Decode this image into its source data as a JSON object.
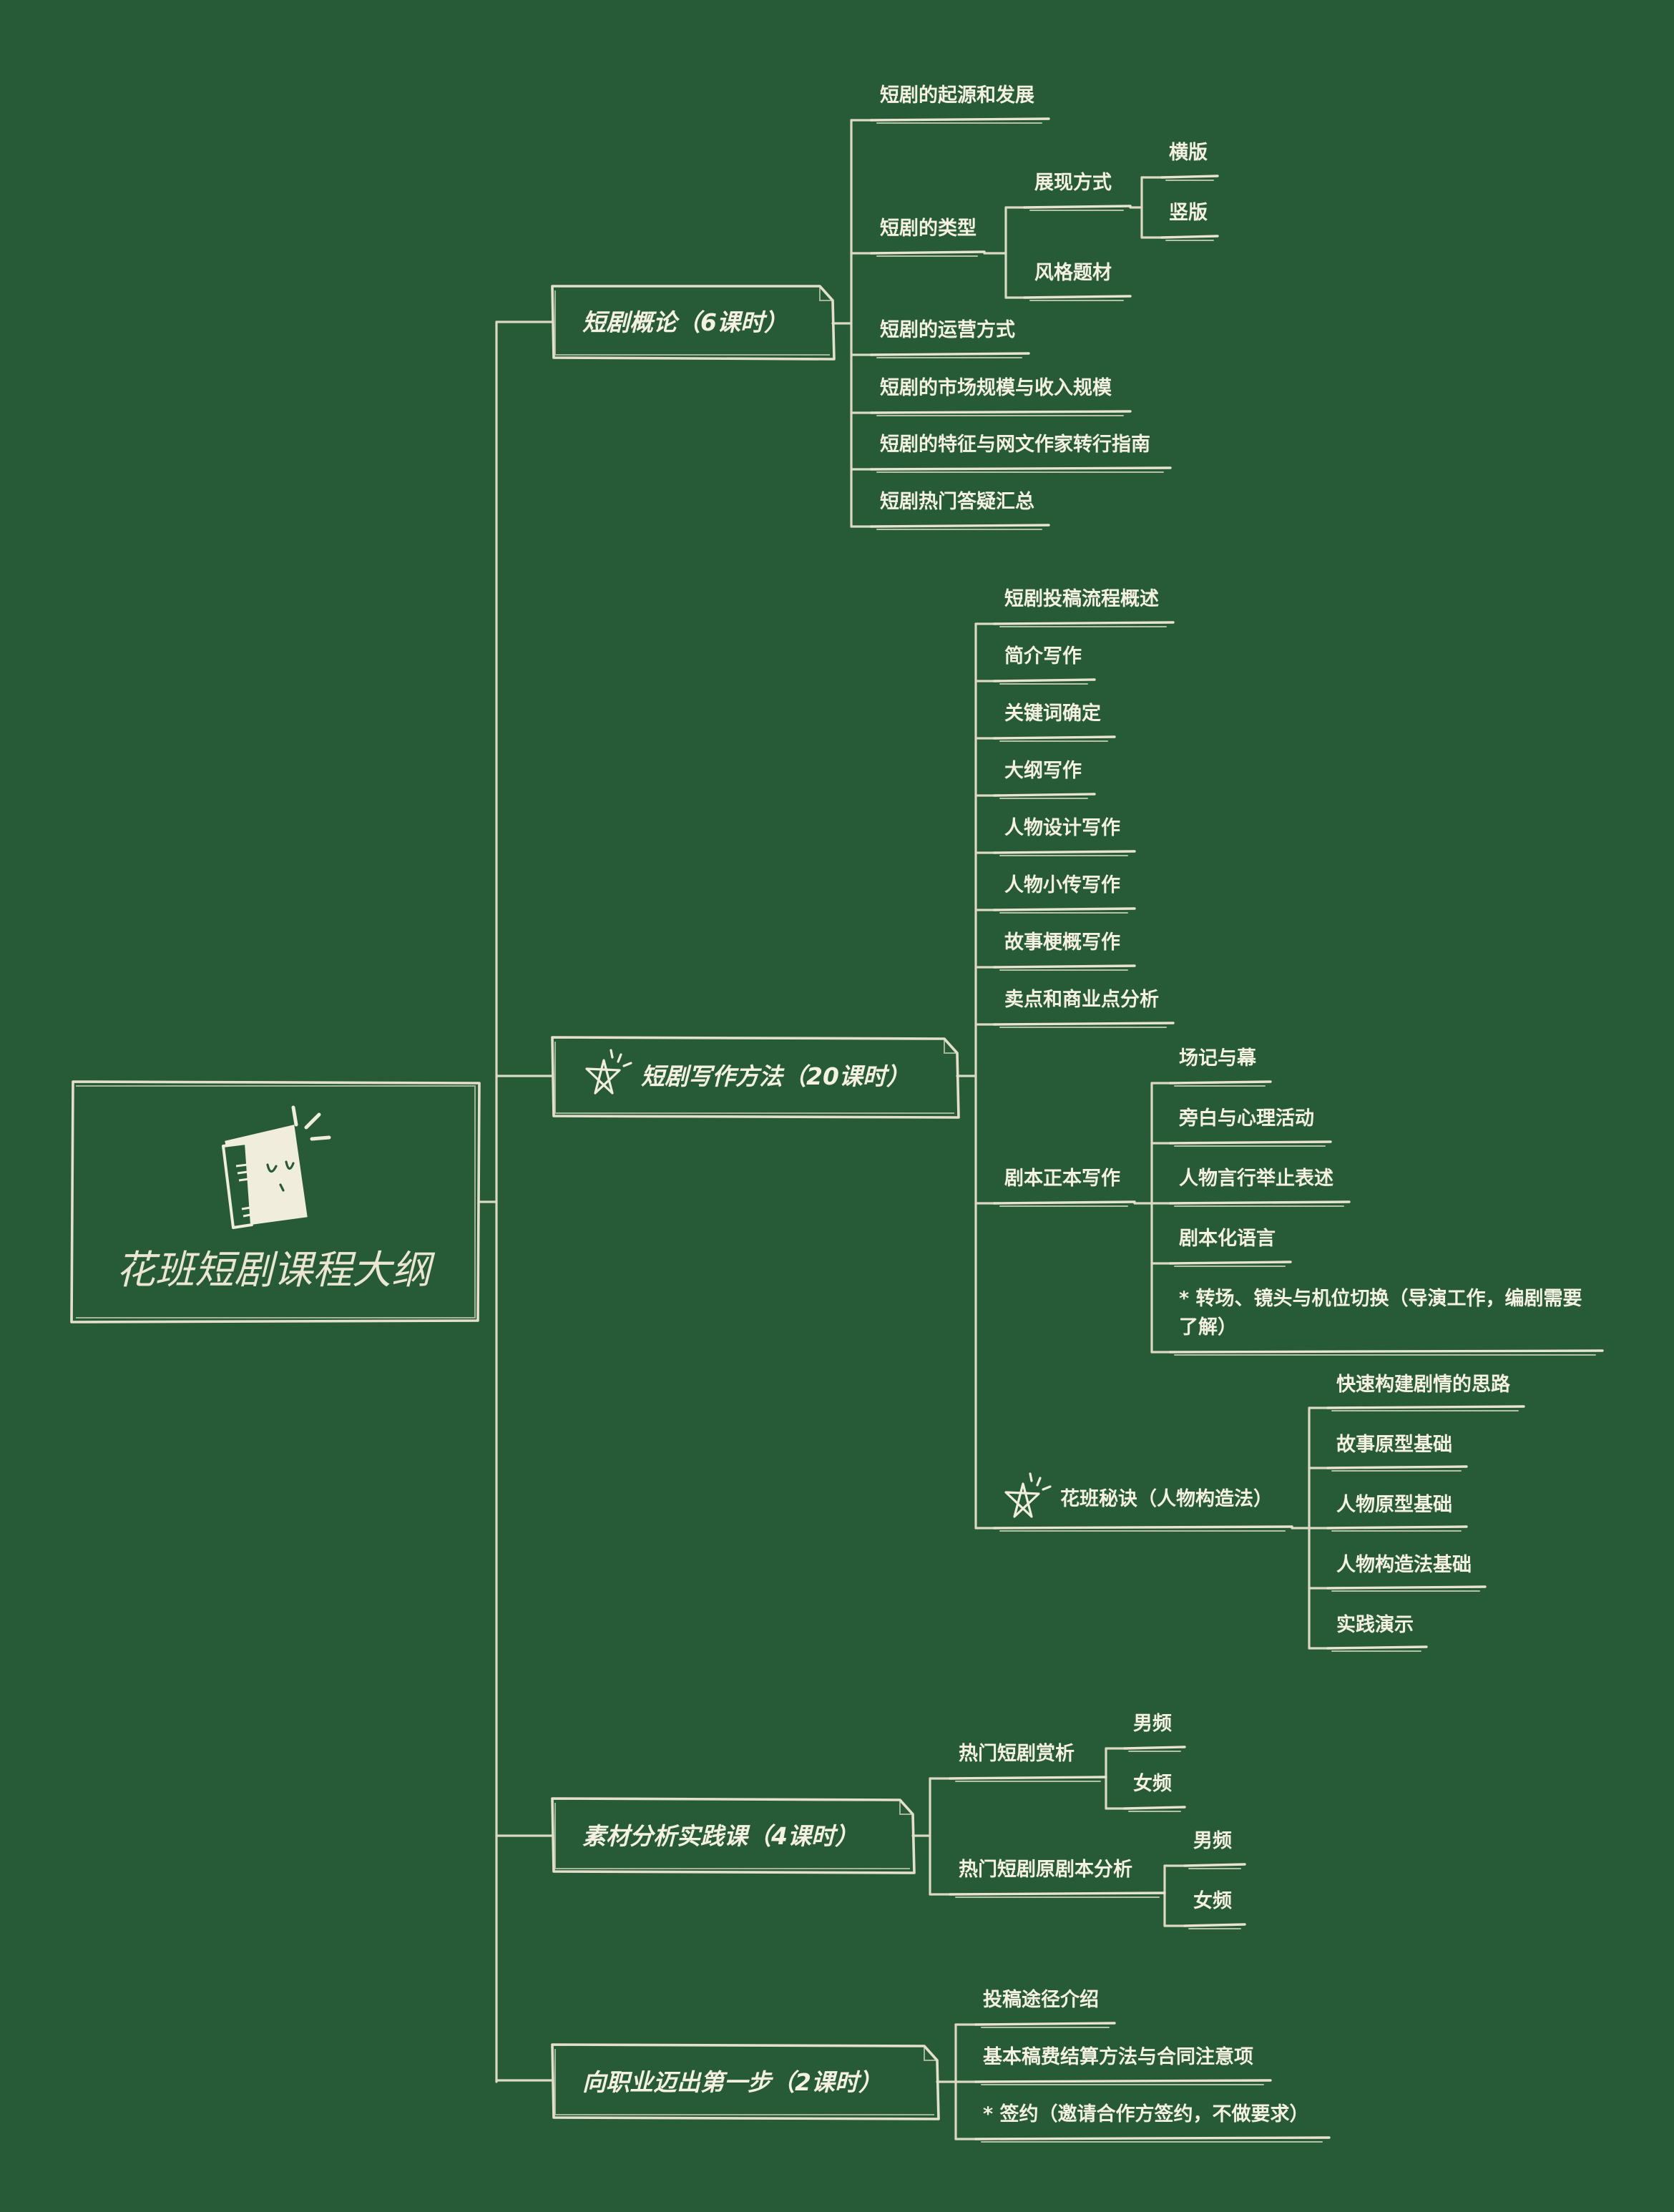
{
  "root": {
    "title": "花班短剧课程大纲",
    "icon": "open-book-with-sparkle-icon"
  },
  "branches": [
    {
      "title": "短剧概论（6课时）",
      "children": [
        {
          "label": "短剧的起源和发展"
        },
        {
          "label": "短剧的类型",
          "children": [
            {
              "label": "展现方式",
              "children": [
                {
                  "label": "横版"
                },
                {
                  "label": "竖版"
                }
              ]
            },
            {
              "label": "风格题材"
            }
          ]
        },
        {
          "label": "短剧的运营方式"
        },
        {
          "label": "短剧的市场规模与收入规模"
        },
        {
          "label": "短剧的特征与网文作家转行指南"
        },
        {
          "label": "短剧热门答疑汇总"
        }
      ]
    },
    {
      "title": "短剧写作方法（20课时）",
      "icon": "star-sparkle-icon",
      "children": [
        {
          "label": "短剧投稿流程概述"
        },
        {
          "label": "简介写作"
        },
        {
          "label": "关键词确定"
        },
        {
          "label": "大纲写作"
        },
        {
          "label": "人物设计写作"
        },
        {
          "label": "人物小传写作"
        },
        {
          "label": "故事梗概写作"
        },
        {
          "label": "卖点和商业点分析"
        },
        {
          "label": "剧本正本写作",
          "children": [
            {
              "label": "场记与幕"
            },
            {
              "label": "旁白与心理活动"
            },
            {
              "label": "人物言行举止表述"
            },
            {
              "label": "剧本化语言"
            },
            {
              "label": "* 转场、镜头与机位切换（导演工作，编剧需要",
              "label_line2": "了解）"
            }
          ]
        },
        {
          "label": "花班秘诀（人物构造法）",
          "icon": "star-sparkle-icon",
          "children": [
            {
              "label": "快速构建剧情的思路"
            },
            {
              "label": "故事原型基础"
            },
            {
              "label": "人物原型基础"
            },
            {
              "label": "人物构造法基础"
            },
            {
              "label": "实践演示"
            }
          ]
        }
      ]
    },
    {
      "title": "素材分析实践课（4课时）",
      "children": [
        {
          "label": "热门短剧赏析",
          "children": [
            {
              "label": "男频"
            },
            {
              "label": "女频"
            }
          ]
        },
        {
          "label": "热门短剧原剧本分析",
          "children": [
            {
              "label": "男频"
            },
            {
              "label": "女频"
            }
          ]
        }
      ]
    },
    {
      "title": "向职业迈出第一步（2课时）",
      "children": [
        {
          "label": "投稿途径介绍"
        },
        {
          "label": "基本稿费结算方法与合同注意项"
        },
        {
          "label": "* 签约（邀请合作方签约，不做要求）"
        }
      ]
    }
  ],
  "colors": {
    "background": "#275A36",
    "line": "#DCD9C3",
    "text": "#F4F0E2"
  }
}
